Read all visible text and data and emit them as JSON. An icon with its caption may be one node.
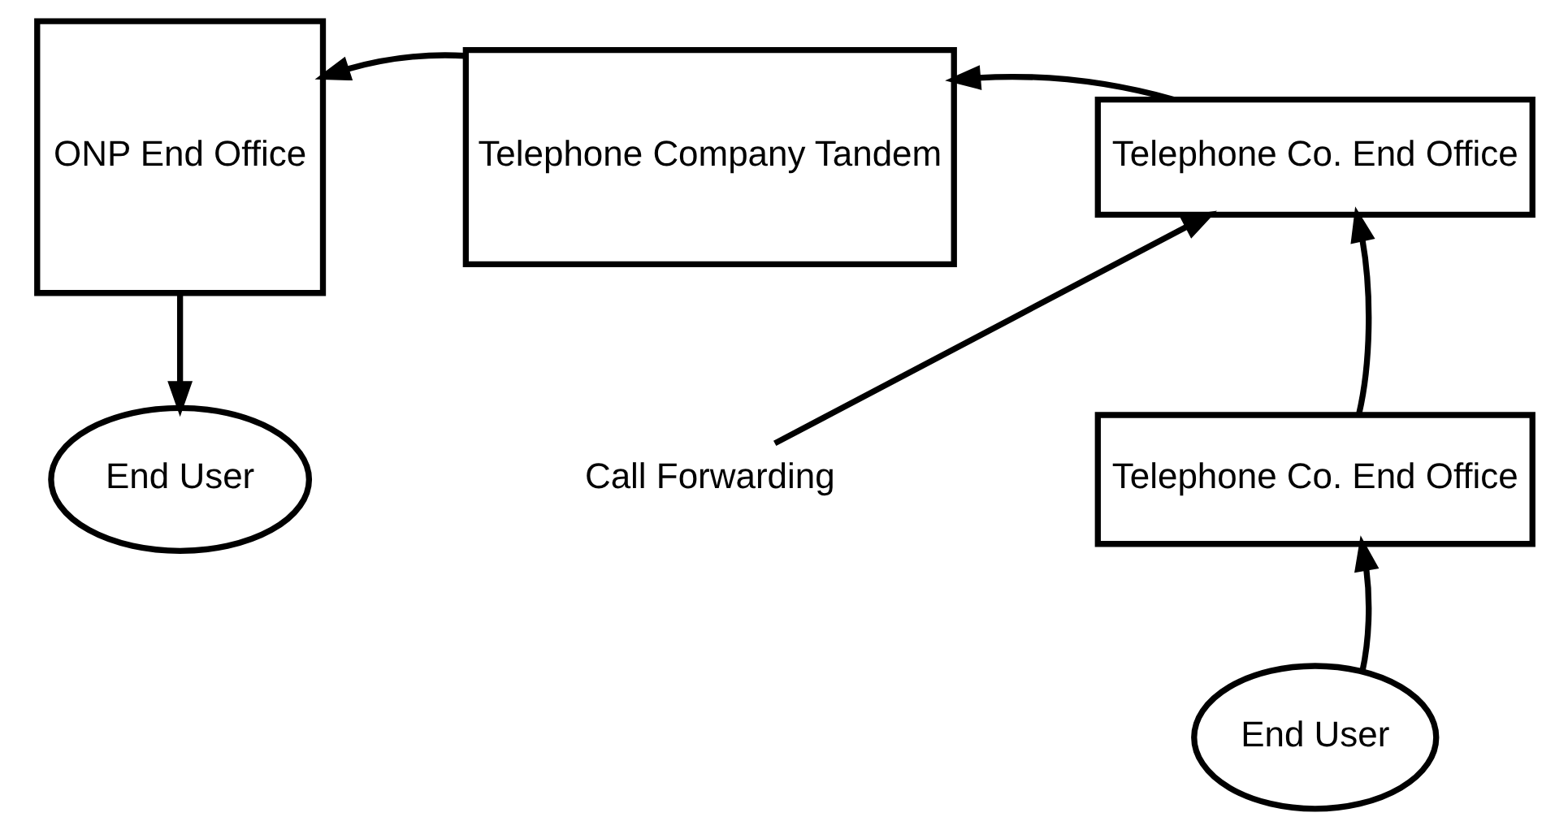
{
  "diagram": {
    "nodes": [
      {
        "text": [
          "ONP End Office"
        ]
      },
      {
        "text": [
          "Telephone Company Tandem"
        ]
      },
      {
        "text": [
          "Telephone Co. End Office"
        ]
      },
      {
        "text": [
          "Telephone Co. End Office"
        ]
      },
      {
        "text": [
          "End User"
        ]
      },
      {
        "text": [
          "End User"
        ]
      },
      {
        "text": [
          "Call Forwarding"
        ]
      }
    ],
    "edges": [
      {
        "from": 1,
        "to": 0,
        "arrow": "to"
      },
      {
        "from": 2,
        "to": 1,
        "arrow": "to"
      },
      {
        "from": 3,
        "to": 2,
        "arrow": "to"
      },
      {
        "from": 5,
        "to": 3,
        "arrow": "to"
      },
      {
        "from": 0,
        "to": 4,
        "arrow": "to"
      },
      {
        "from": 6,
        "to": 2,
        "arrow": "to"
      }
    ]
  }
}
